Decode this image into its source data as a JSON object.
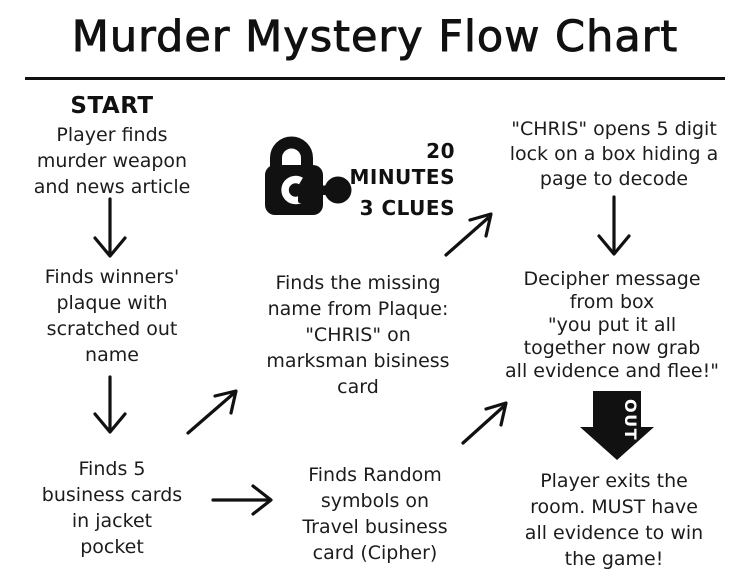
{
  "title": "Murder Mystery Flow Chart",
  "colors": {
    "ink": "#111111",
    "background": "#ffffff"
  },
  "start": {
    "label": "START"
  },
  "badge": {
    "icon": "lock-and-key-icon",
    "line1": "20 MINUTES",
    "line2": "3 CLUES"
  },
  "nodes": {
    "find_weapon": "Player finds\nmurder weapon\nand news article",
    "winners_plaque": "Finds winners'\nplaque with\nscratched out\nname",
    "business_cards": "Finds 5\nbusiness cards\nin jacket\npocket",
    "missing_name": "Finds the missing\nname from Plaque:\n\"CHRIS\" on\nmarksman bisiness\ncard",
    "random_symbols": "Finds Random\nsymbols on\nTravel business\ncard (Cipher)",
    "chris_lock": "\"CHRIS\" opens 5 digit\nlock on a box hiding a\npage to decode",
    "decipher": "Decipher message\nfrom box\n\"you put it all\ntogether now grab\nall evidence and flee!\"",
    "exit": "Player exits the\nroom. MUST have\nall evidence to win\nthe game!"
  },
  "out_arrow": {
    "label": "OUT"
  }
}
